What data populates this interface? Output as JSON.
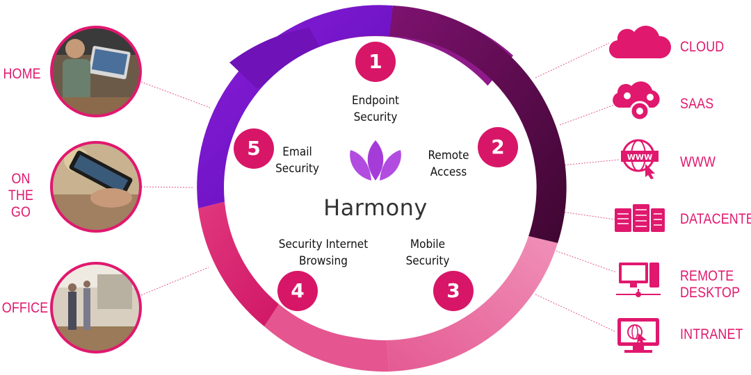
{
  "center": {
    "brand": "Harmony",
    "features": [
      {
        "num": "1",
        "line1": "Endpoint",
        "line2": "Security"
      },
      {
        "num": "2",
        "line1": "Remote",
        "line2": "Access"
      },
      {
        "num": "3",
        "line1": "Mobile",
        "line2": "Security"
      },
      {
        "num": "4",
        "line1": "Security Internet",
        "line2": "Browsing"
      },
      {
        "num": "5",
        "line1": "Email",
        "line2": "Security"
      }
    ]
  },
  "left": [
    {
      "label": "HOME",
      "photo": "person-with-laptop-photo"
    },
    {
      "label": "ON THE GO",
      "line1": "ON",
      "line2": "THE GO",
      "photo": "phone-in-hand-photo"
    },
    {
      "label": "OFFICE",
      "photo": "office-interior-photo"
    }
  ],
  "right": [
    {
      "label": "CLOUD",
      "icon": "cloud-icon"
    },
    {
      "label": "SAAS",
      "icon": "cloud-gears-icon"
    },
    {
      "label": "WWW",
      "icon": "www-globe-icon"
    },
    {
      "label": "DATACENTER",
      "icon": "server-rack-icon"
    },
    {
      "label": "REMOTE",
      "label2": "DESKTOP",
      "icon": "desktop-computer-icon"
    },
    {
      "label": "INTRANET",
      "icon": "intranet-monitor-icon"
    }
  ],
  "colors": {
    "accent": "#d81668",
    "label": "#e0186e",
    "purple": "#7a0fa0",
    "darkPlum": "#5a0a3c"
  }
}
